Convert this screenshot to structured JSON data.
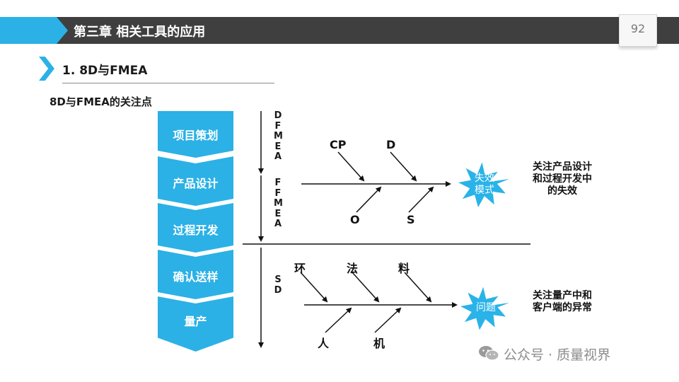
{
  "header": {
    "chapter_title": "第三章 相关工具的应用",
    "page_number": "92"
  },
  "section": {
    "title": "1. 8D与FMEA"
  },
  "subtitle": "8D与FMEA的关注点",
  "stages": [
    "项目策划",
    "产品设计",
    "过程开发",
    "确认送样",
    "量产"
  ],
  "vertical_labels": {
    "dfmea": "DFMEA",
    "pfmea": "FFMEA",
    "sd": "SD"
  },
  "fishbone_fmea": {
    "top_labels": [
      "CP",
      "D"
    ],
    "bottom_labels": [
      "O",
      "S"
    ],
    "head_text": [
      "失效",
      "模式"
    ],
    "note": [
      "关注产品设计",
      "和过程开发中",
      "的失效"
    ]
  },
  "fishbone_8d": {
    "top_labels": [
      "环",
      "法",
      "料"
    ],
    "bottom_labels": [
      "人",
      "机"
    ],
    "head_text": "问题",
    "note": [
      "关注量产中和",
      "客户端的异常"
    ]
  },
  "watermark": "公众号 · 质量视界",
  "colors": {
    "accent": "#2bb1e6",
    "title_bar": "#3f3f3f",
    "star": "#29b3e8"
  }
}
